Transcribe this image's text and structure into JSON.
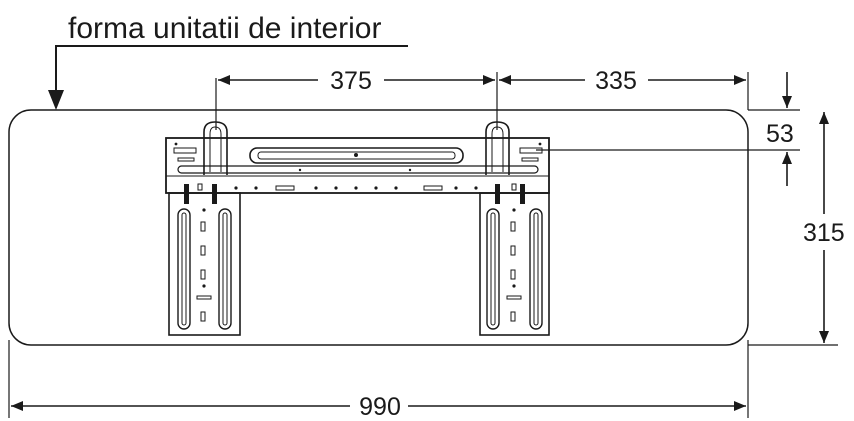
{
  "diagram": {
    "caption": "forma unitatii de interior",
    "dimensions": {
      "left_spacing": "375",
      "right_spacing": "335",
      "top_offset": "53",
      "height": "315",
      "total_width": "990"
    },
    "colors": {
      "line": "#1a1a1a",
      "background": "#ffffff"
    }
  }
}
